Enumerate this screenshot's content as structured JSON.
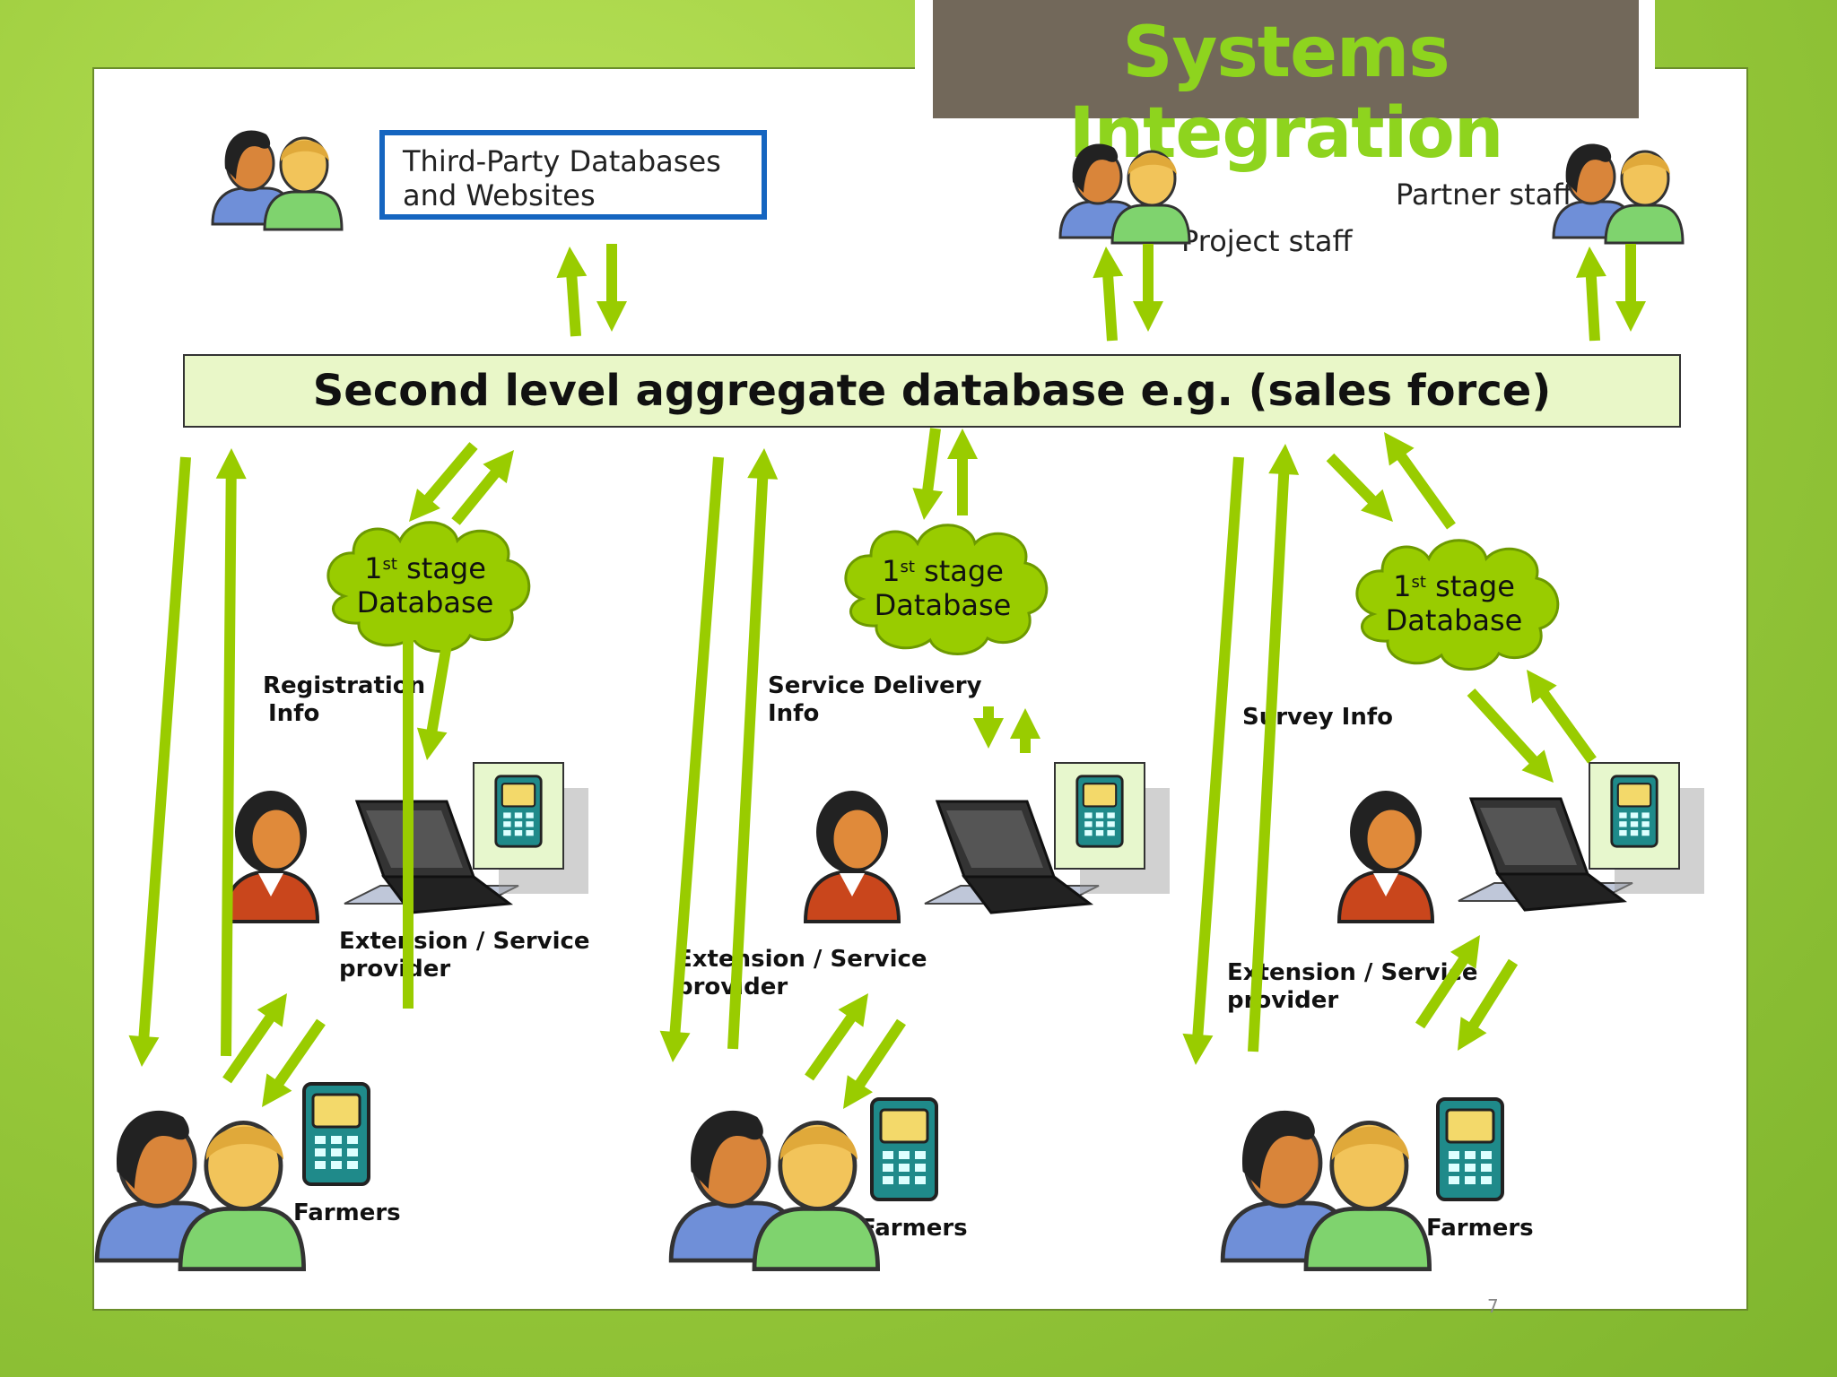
{
  "title": "Systems Integration",
  "aggregate": "Second level aggregate database  e.g. (sales force)",
  "third_party": [
    "Third-Party Databases",
    "and Websites"
  ],
  "project_staff": "Project staff",
  "partner_staff": "Partner staff",
  "stage_db": {
    "num": "1",
    "sup": "st",
    "word": "stage",
    "line2": "Database"
  },
  "columns": [
    {
      "info": [
        "Registration",
        "Info"
      ],
      "provider": [
        "Extension / Service",
        "provider"
      ],
      "farmers": "Farmers"
    },
    {
      "info": [
        "Service Delivery",
        "Info"
      ],
      "provider": [
        "Extension / Service",
        "provider"
      ],
      "farmers": "Farmers"
    },
    {
      "info": [
        "Survey Info"
      ],
      "provider": [
        "Extension / Service",
        "provider"
      ],
      "farmers": "Farmers"
    }
  ],
  "page_number": "7",
  "colors": {
    "arrow": "#99cc00",
    "cloud": "#99cc00",
    "title_text": "#8ed41e",
    "title_bg": "#72685a",
    "third_party_border": "#1565c0"
  }
}
